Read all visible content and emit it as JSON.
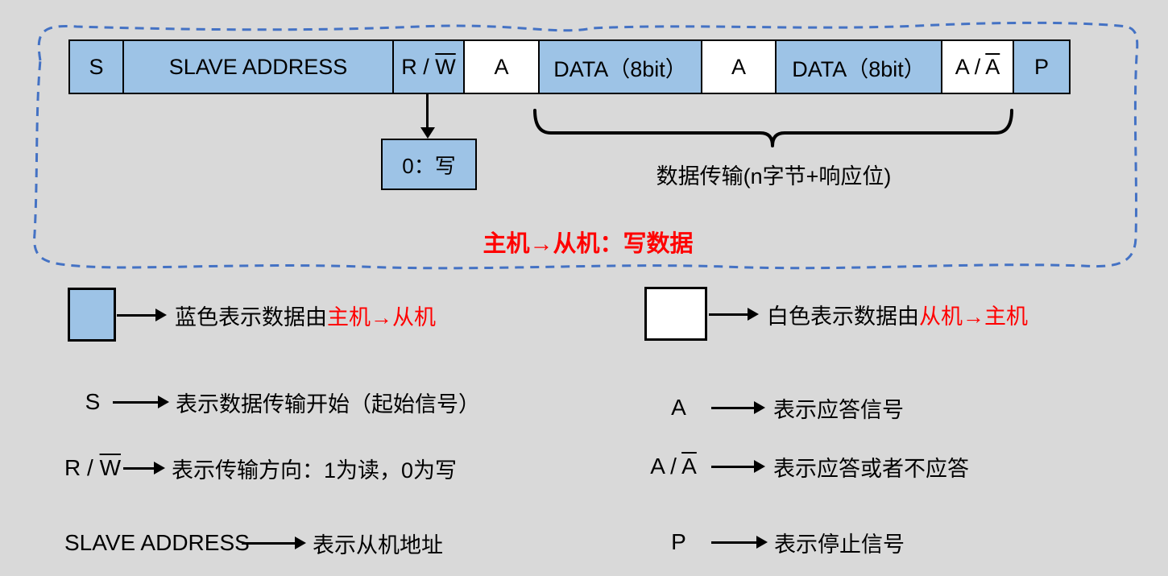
{
  "frame": {
    "cells": [
      {
        "label": "S",
        "fill": "blue"
      },
      {
        "label": "SLAVE ADDRESS",
        "fill": "blue"
      },
      {
        "pre": "R / ",
        "over": "W",
        "fill": "blue"
      },
      {
        "label": "A",
        "fill": "white"
      },
      {
        "label": "DATA（8bit）",
        "fill": "blue"
      },
      {
        "label": "A",
        "fill": "white"
      },
      {
        "label": "DATA（8bit）",
        "fill": "blue"
      },
      {
        "pre": "A / ",
        "over": "A",
        "fill": "white"
      },
      {
        "label": "P",
        "fill": "blue"
      }
    ],
    "rw_value_note": "0：写",
    "brace_label": "数据传输(n字节+响应位)",
    "transfer_note": "主机→从机：写数据"
  },
  "legend": {
    "blue_swatch": {
      "text": "蓝色表示数据由",
      "highlight": "主机→从机"
    },
    "white_swatch": {
      "text": "白色表示数据由",
      "highlight": "从机→主机"
    },
    "left": [
      {
        "term": "S",
        "desc": "表示数据传输开始（起始信号）"
      },
      {
        "pre": "R / ",
        "over": "W",
        "desc": "表示传输方向：1为读，0为写"
      },
      {
        "term": "SLAVE ADDRESS",
        "desc": "表示从机地址"
      }
    ],
    "right": [
      {
        "term": "A",
        "desc": "表示应答信号"
      },
      {
        "pre": "A / ",
        "over": "A",
        "desc": "表示应答或者不应答"
      },
      {
        "term": "P",
        "desc": "表示停止信号"
      }
    ]
  },
  "colors": {
    "background": "#D9D9D9",
    "master_to_slave": "#9DC3E6",
    "slave_to_master": "#FFFFFF",
    "frame_border": "#4472C4",
    "highlight": "#FF0000"
  }
}
